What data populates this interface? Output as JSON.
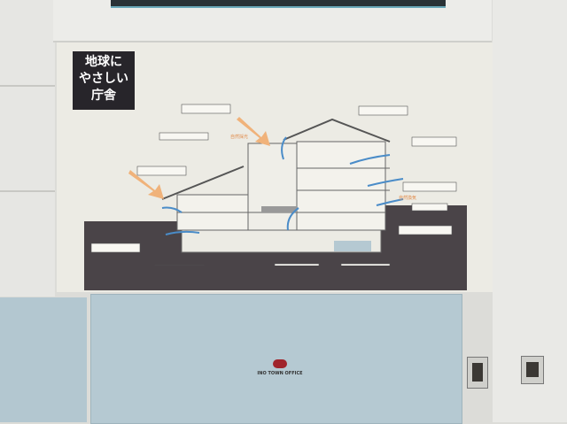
{
  "panel": {
    "title_lines": [
      "地球に",
      "やさしい",
      "庁舎"
    ],
    "natural_light_label": "自然採光",
    "natural_ventilation_label": "自然換気"
  },
  "logo": {
    "text": "INO TOWN OFFICE",
    "color": "#a0242c"
  },
  "colors": {
    "panel": "#ecebe4",
    "ground": "#4a4448",
    "glass": "#b5c9d2",
    "arrow_sun": "#f0b27a",
    "arrow_air": "#4a8cc8"
  }
}
